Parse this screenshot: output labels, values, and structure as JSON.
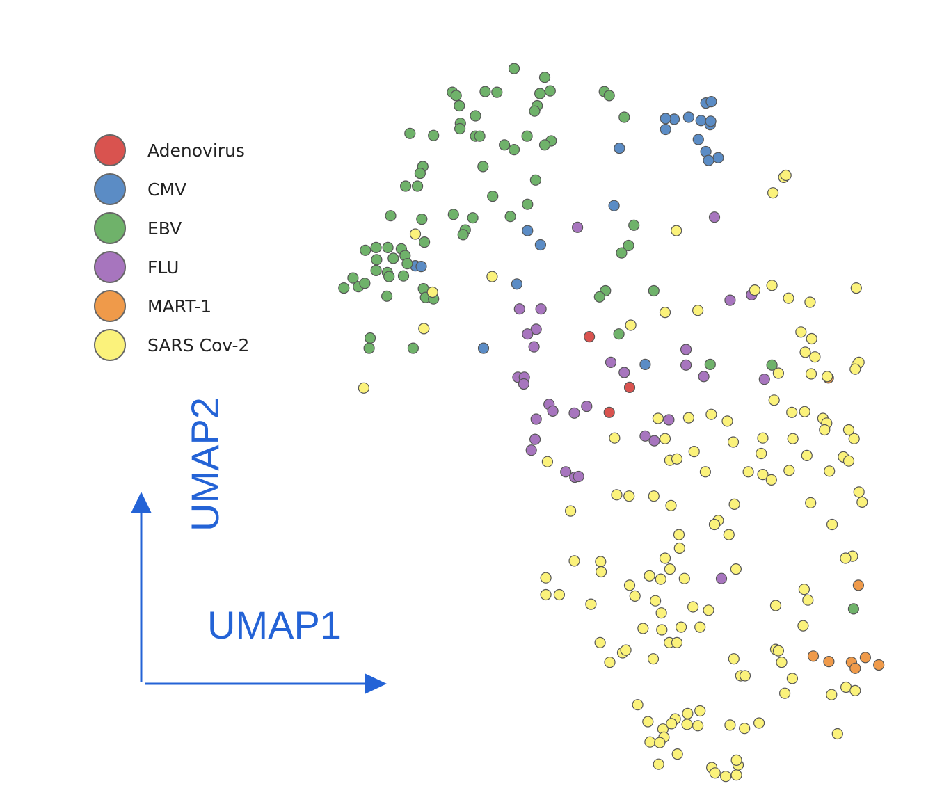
{
  "chart_data": {
    "type": "scatter",
    "title": "",
    "xlabel": "UMAP1",
    "ylabel": "UMAP2",
    "axis_color": "#2463d6",
    "xlim": [
      0,
      1
    ],
    "ylim": [
      0,
      1
    ],
    "grid": false,
    "legend_position": "top-left",
    "series": [
      {
        "name": "Adenovirus",
        "color": "#d9534f",
        "points": [
          [
            0.46,
            0.588
          ],
          [
            0.535,
            0.513
          ],
          [
            0.497,
            0.476
          ]
        ]
      },
      {
        "name": "CMV",
        "color": "#5b8cc5",
        "points": [
          [
            0.677,
            0.934
          ],
          [
            0.687,
            0.936
          ],
          [
            0.645,
            0.913
          ],
          [
            0.668,
            0.908
          ],
          [
            0.685,
            0.902
          ],
          [
            0.618,
            0.91
          ],
          [
            0.602,
            0.911
          ],
          [
            0.602,
            0.895
          ],
          [
            0.686,
            0.907
          ],
          [
            0.663,
            0.88
          ],
          [
            0.677,
            0.862
          ],
          [
            0.7,
            0.853
          ],
          [
            0.682,
            0.849
          ],
          [
            0.516,
            0.867
          ],
          [
            0.506,
            0.782
          ],
          [
            0.345,
            0.745
          ],
          [
            0.369,
            0.724
          ],
          [
            0.136,
            0.693
          ],
          [
            0.147,
            0.692
          ],
          [
            0.325,
            0.666
          ],
          [
            0.263,
            0.571
          ],
          [
            0.564,
            0.547
          ]
        ]
      },
      {
        "name": "EBV",
        "color": "#6fb26a",
        "points": [
          [
            0.32,
            0.985
          ],
          [
            0.377,
            0.972
          ],
          [
            0.205,
            0.95
          ],
          [
            0.212,
            0.945
          ],
          [
            0.266,
            0.951
          ],
          [
            0.288,
            0.95
          ],
          [
            0.387,
            0.952
          ],
          [
            0.368,
            0.948
          ],
          [
            0.488,
            0.951
          ],
          [
            0.497,
            0.945
          ],
          [
            0.218,
            0.93
          ],
          [
            0.363,
            0.93
          ],
          [
            0.358,
            0.922
          ],
          [
            0.248,
            0.915
          ],
          [
            0.525,
            0.913
          ],
          [
            0.22,
            0.904
          ],
          [
            0.219,
            0.896
          ],
          [
            0.126,
            0.889
          ],
          [
            0.17,
            0.886
          ],
          [
            0.248,
            0.885
          ],
          [
            0.256,
            0.885
          ],
          [
            0.344,
            0.885
          ],
          [
            0.302,
            0.872
          ],
          [
            0.389,
            0.878
          ],
          [
            0.377,
            0.872
          ],
          [
            0.32,
            0.865
          ],
          [
            0.15,
            0.84
          ],
          [
            0.262,
            0.84
          ],
          [
            0.145,
            0.83
          ],
          [
            0.36,
            0.82
          ],
          [
            0.118,
            0.811
          ],
          [
            0.14,
            0.811
          ],
          [
            0.28,
            0.796
          ],
          [
            0.345,
            0.784
          ],
          [
            0.09,
            0.767
          ],
          [
            0.148,
            0.762
          ],
          [
            0.207,
            0.769
          ],
          [
            0.243,
            0.764
          ],
          [
            0.313,
            0.766
          ],
          [
            0.543,
            0.753
          ],
          [
            0.229,
            0.746
          ],
          [
            0.225,
            0.739
          ],
          [
            0.153,
            0.728
          ],
          [
            0.533,
            0.723
          ],
          [
            0.52,
            0.712
          ],
          [
            0.063,
            0.72
          ],
          [
            0.085,
            0.72
          ],
          [
            0.11,
            0.718
          ],
          [
            0.117,
            0.708
          ],
          [
            0.095,
            0.704
          ],
          [
            0.043,
            0.716
          ],
          [
            0.064,
            0.702
          ],
          [
            0.121,
            0.696
          ],
          [
            0.084,
            0.683
          ],
          [
            0.114,
            0.678
          ],
          [
            0.063,
            0.686
          ],
          [
            0.087,
            0.677
          ],
          [
            0.03,
            0.662
          ],
          [
            0.042,
            0.667
          ],
          [
            0.02,
            0.675
          ],
          [
            0.003,
            0.66
          ],
          [
            0.083,
            0.648
          ],
          [
            0.151,
            0.659
          ],
          [
            0.155,
            0.646
          ],
          [
            0.17,
            0.644
          ],
          [
            0.49,
            0.656
          ],
          [
            0.479,
            0.647
          ],
          [
            0.58,
            0.656
          ],
          [
            0.052,
            0.586
          ],
          [
            0.05,
            0.571
          ],
          [
            0.132,
            0.571
          ],
          [
            0.515,
            0.592
          ],
          [
            0.685,
            0.547
          ],
          [
            0.8,
            0.546
          ],
          [
            0.952,
            0.185
          ]
        ]
      },
      {
        "name": "FLU",
        "color": "#a775be",
        "points": [
          [
            0.693,
            0.765
          ],
          [
            0.438,
            0.75
          ],
          [
            0.762,
            0.65
          ],
          [
            0.722,
            0.642
          ],
          [
            0.33,
            0.629
          ],
          [
            0.37,
            0.629
          ],
          [
            0.361,
            0.599
          ],
          [
            0.345,
            0.592
          ],
          [
            0.357,
            0.573
          ],
          [
            0.64,
            0.569
          ],
          [
            0.5,
            0.55
          ],
          [
            0.64,
            0.546
          ],
          [
            0.673,
            0.529
          ],
          [
            0.327,
            0.528
          ],
          [
            0.339,
            0.528
          ],
          [
            0.525,
            0.535
          ],
          [
            0.338,
            0.518
          ],
          [
            0.786,
            0.525
          ],
          [
            0.385,
            0.488
          ],
          [
            0.392,
            0.478
          ],
          [
            0.455,
            0.485
          ],
          [
            0.432,
            0.475
          ],
          [
            0.361,
            0.466
          ],
          [
            0.608,
            0.465
          ],
          [
            0.564,
            0.441
          ],
          [
            0.581,
            0.434
          ],
          [
            0.359,
            0.436
          ],
          [
            0.352,
            0.42
          ],
          [
            0.416,
            0.388
          ],
          [
            0.433,
            0.38
          ],
          [
            0.44,
            0.381
          ],
          [
            0.706,
            0.23
          ]
        ]
      },
      {
        "name": "MART-1",
        "color": "#ef9a4a",
        "points": [
          [
            0.905,
            0.527
          ],
          [
            0.961,
            0.22
          ],
          [
            0.877,
            0.115
          ],
          [
            0.906,
            0.107
          ],
          [
            0.948,
            0.106
          ],
          [
            0.974,
            0.113
          ],
          [
            0.955,
            0.097
          ],
          [
            0.999,
            0.102
          ]
        ]
      },
      {
        "name": "SARS Cov-2",
        "color": "#fbf27b",
        "points": [
          [
            0.822,
            0.824
          ],
          [
            0.826,
            0.827
          ],
          [
            0.802,
            0.801
          ],
          [
            0.622,
            0.745
          ],
          [
            0.136,
            0.74
          ],
          [
            0.279,
            0.677
          ],
          [
            0.168,
            0.654
          ],
          [
            0.152,
            0.6
          ],
          [
            0.04,
            0.512
          ],
          [
            0.537,
            0.605
          ],
          [
            0.601,
            0.624
          ],
          [
            0.662,
            0.627
          ],
          [
            0.768,
            0.657
          ],
          [
            0.8,
            0.664
          ],
          [
            0.831,
            0.645
          ],
          [
            0.871,
            0.639
          ],
          [
            0.957,
            0.66
          ],
          [
            0.854,
            0.595
          ],
          [
            0.874,
            0.585
          ],
          [
            0.862,
            0.565
          ],
          [
            0.88,
            0.558
          ],
          [
            0.958,
            0.546
          ],
          [
            0.962,
            0.55
          ],
          [
            0.955,
            0.54
          ],
          [
            0.812,
            0.534
          ],
          [
            0.873,
            0.533
          ],
          [
            0.903,
            0.529
          ],
          [
            0.804,
            0.494
          ],
          [
            0.837,
            0.476
          ],
          [
            0.861,
            0.477
          ],
          [
            0.687,
            0.473
          ],
          [
            0.717,
            0.463
          ],
          [
            0.645,
            0.468
          ],
          [
            0.588,
            0.467
          ],
          [
            0.895,
            0.467
          ],
          [
            0.902,
            0.46
          ],
          [
            0.898,
            0.45
          ],
          [
            0.943,
            0.45
          ],
          [
            0.953,
            0.437
          ],
          [
            0.507,
            0.438
          ],
          [
            0.601,
            0.437
          ],
          [
            0.783,
            0.438
          ],
          [
            0.728,
            0.432
          ],
          [
            0.839,
            0.437
          ],
          [
            0.78,
            0.415
          ],
          [
            0.655,
            0.418
          ],
          [
            0.61,
            0.405
          ],
          [
            0.623,
            0.407
          ],
          [
            0.865,
            0.412
          ],
          [
            0.933,
            0.41
          ],
          [
            0.943,
            0.404
          ],
          [
            0.382,
            0.403
          ],
          [
            0.676,
            0.388
          ],
          [
            0.756,
            0.388
          ],
          [
            0.832,
            0.39
          ],
          [
            0.907,
            0.389
          ],
          [
            0.783,
            0.384
          ],
          [
            0.799,
            0.376
          ],
          [
            0.511,
            0.354
          ],
          [
            0.534,
            0.352
          ],
          [
            0.58,
            0.352
          ],
          [
            0.612,
            0.338
          ],
          [
            0.73,
            0.34
          ],
          [
            0.872,
            0.342
          ],
          [
            0.962,
            0.358
          ],
          [
            0.968,
            0.343
          ],
          [
            0.425,
            0.33
          ],
          [
            0.7,
            0.316
          ],
          [
            0.693,
            0.31
          ],
          [
            0.912,
            0.31
          ],
          [
            0.627,
            0.295
          ],
          [
            0.72,
            0.295
          ],
          [
            0.628,
            0.275
          ],
          [
            0.95,
            0.263
          ],
          [
            0.937,
            0.26
          ],
          [
            0.432,
            0.256
          ],
          [
            0.481,
            0.255
          ],
          [
            0.601,
            0.26
          ],
          [
            0.61,
            0.244
          ],
          [
            0.572,
            0.234
          ],
          [
            0.482,
            0.24
          ],
          [
            0.593,
            0.229
          ],
          [
            0.637,
            0.23
          ],
          [
            0.379,
            0.231
          ],
          [
            0.733,
            0.244
          ],
          [
            0.535,
            0.22
          ],
          [
            0.379,
            0.206
          ],
          [
            0.404,
            0.206
          ],
          [
            0.86,
            0.214
          ],
          [
            0.545,
            0.204
          ],
          [
            0.583,
            0.197
          ],
          [
            0.594,
            0.179
          ],
          [
            0.653,
            0.188
          ],
          [
            0.682,
            0.183
          ],
          [
            0.463,
            0.192
          ],
          [
            0.807,
            0.19
          ],
          [
            0.867,
            0.198
          ],
          [
            0.56,
            0.156
          ],
          [
            0.595,
            0.154
          ],
          [
            0.631,
            0.158
          ],
          [
            0.666,
            0.158
          ],
          [
            0.858,
            0.16
          ],
          [
            0.48,
            0.135
          ],
          [
            0.609,
            0.135
          ],
          [
            0.623,
            0.135
          ],
          [
            0.498,
            0.106
          ],
          [
            0.522,
            0.12
          ],
          [
            0.528,
            0.124
          ],
          [
            0.807,
            0.125
          ],
          [
            0.812,
            0.123
          ],
          [
            0.579,
            0.111
          ],
          [
            0.729,
            0.111
          ],
          [
            0.818,
            0.106
          ],
          [
            0.742,
            0.086
          ],
          [
            0.75,
            0.086
          ],
          [
            0.838,
            0.082
          ],
          [
            0.938,
            0.069
          ],
          [
            0.824,
            0.06
          ],
          [
            0.55,
            0.043
          ],
          [
            0.666,
            0.034
          ],
          [
            0.62,
            0.022
          ],
          [
            0.643,
            0.03
          ],
          [
            0.569,
            0.018
          ],
          [
            0.597,
            0.007
          ],
          [
            0.613,
            0.015
          ],
          [
            0.642,
            0.014
          ],
          [
            0.662,
            0.012
          ],
          [
            0.722,
            0.013
          ],
          [
            0.776,
            0.016
          ],
          [
            0.749,
            0.008
          ],
          [
            0.599,
            -0.005
          ],
          [
            0.573,
            -0.012
          ],
          [
            0.591,
            -0.013
          ],
          [
            0.624,
            -0.03
          ],
          [
            0.589,
            -0.045
          ],
          [
            0.688,
            -0.05
          ],
          [
            0.694,
            -0.058
          ],
          [
            0.714,
            -0.063
          ],
          [
            0.734,
            -0.061
          ],
          [
            0.737,
            -0.046
          ],
          [
            0.734,
            -0.039
          ],
          [
            0.911,
            0.058
          ],
          [
            0.955,
            0.064
          ],
          [
            0.922,
            0.0
          ]
        ]
      }
    ]
  }
}
